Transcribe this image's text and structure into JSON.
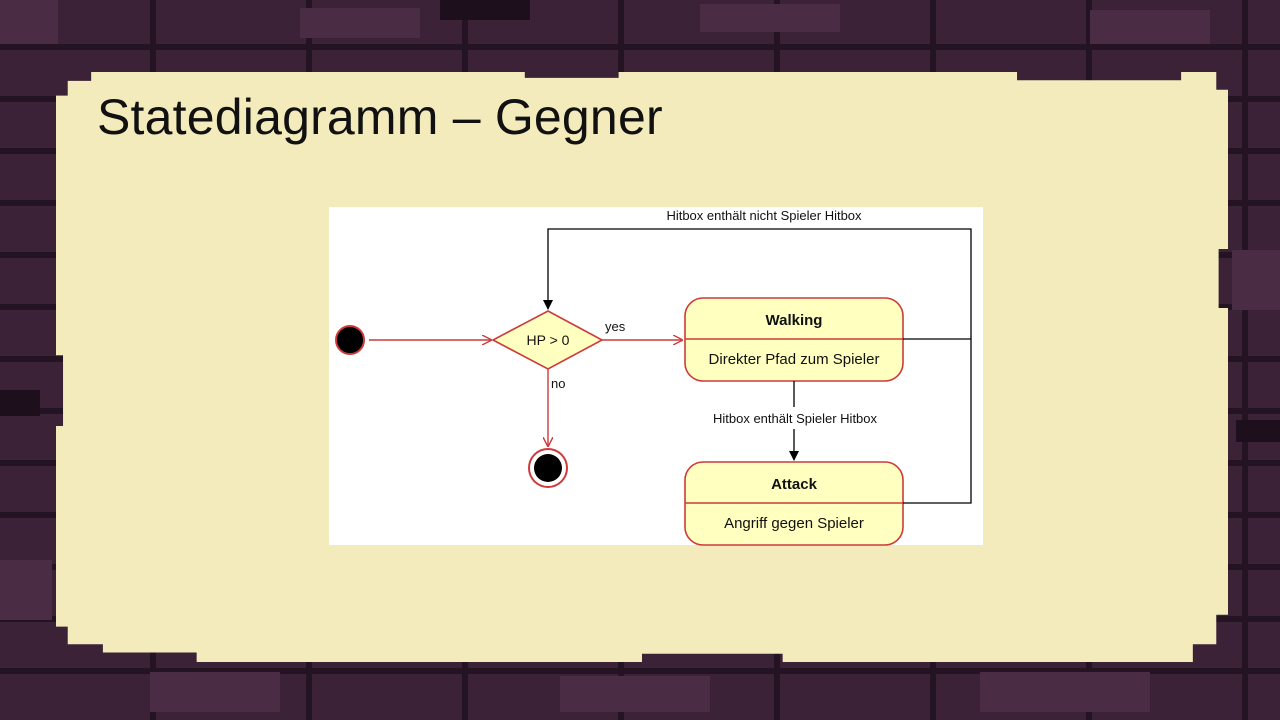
{
  "slide": {
    "title": "Statediagramm – Gegner"
  },
  "diagram": {
    "decision": {
      "label": "HP > 0",
      "yes_label": "yes",
      "no_label": "no"
    },
    "states": [
      {
        "name": "Walking",
        "activity": "Direkter Pfad zum Spieler"
      },
      {
        "name": "Attack",
        "activity": "Angriff gegen Spieler"
      }
    ],
    "transitions": {
      "walking_to_attack": "Hitbox enthält Spieler Hitbox",
      "back_to_decision": "Hitbox enthält nicht Spieler Hitbox"
    }
  },
  "colors": {
    "state_fill": "#ffffc0",
    "state_border": "#cc3b3b",
    "flow_red": "#cc3b3b",
    "parchment": "#f3ebbc",
    "brick": "#3b2236"
  }
}
